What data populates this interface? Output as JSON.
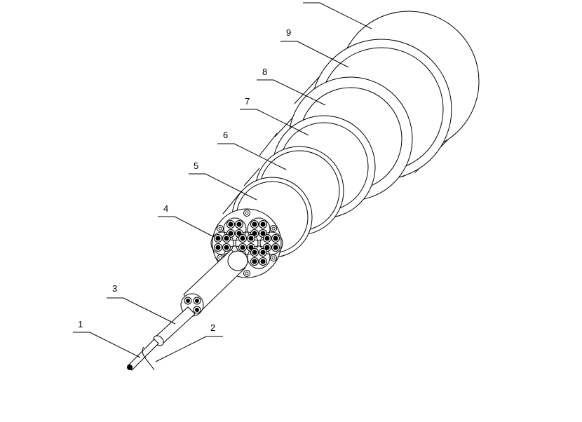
{
  "labels": [
    {
      "id": "1",
      "text": "1"
    },
    {
      "id": "2",
      "text": "2"
    },
    {
      "id": "3",
      "text": "3"
    },
    {
      "id": "4",
      "text": "4"
    },
    {
      "id": "5",
      "text": "5"
    },
    {
      "id": "6",
      "text": "6"
    },
    {
      "id": "7",
      "text": "7"
    },
    {
      "id": "8",
      "text": "8"
    },
    {
      "id": "9",
      "text": "9"
    },
    {
      "id": "10",
      "text": ""
    }
  ]
}
